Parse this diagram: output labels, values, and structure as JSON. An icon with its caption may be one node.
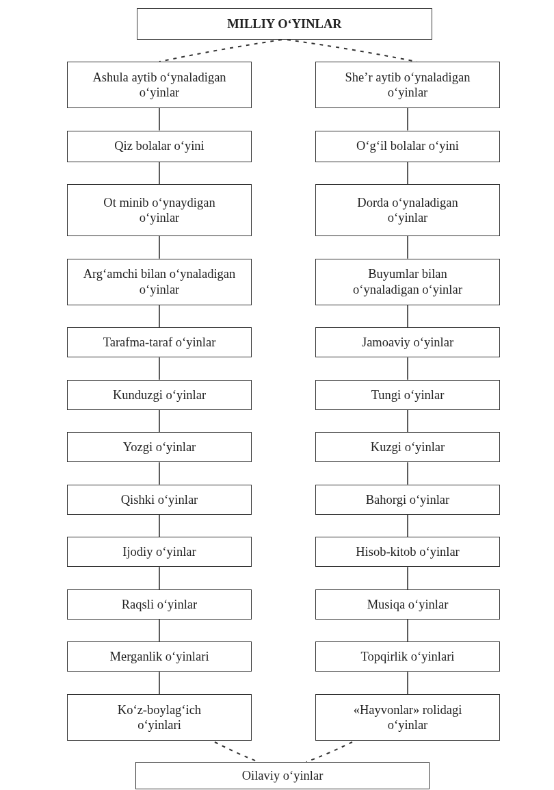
{
  "diagram": {
    "nodes": [
      {
        "text": [
          "MILLIY O‘YINLAR"
        ]
      },
      {
        "text": [
          "Ashula aytib o‘ynaladigan o‘yinlar"
        ]
      },
      {
        "text": [
          "She’r aytib o‘ynaladigan o‘yinlar"
        ]
      },
      {
        "text": [
          "Qiz bolalar o‘yini"
        ]
      },
      {
        "text": [
          "O‘g‘il bolalar o‘yini"
        ]
      },
      {
        "text": [
          "Ot minib o‘ynaydigan o‘yinlar"
        ]
      },
      {
        "text": [
          "Dorda o‘ynaladigan o‘yinlar"
        ]
      },
      {
        "text": [
          "Arg‘amchi bilan o‘ynaladigan o‘yinlar"
        ]
      },
      {
        "text": [
          "Buyumlar bilan o‘ynaladigan o‘yinlar"
        ]
      },
      {
        "text": [
          "Tarafma-taraf o‘yinlar"
        ]
      },
      {
        "text": [
          "Jamoaviy o‘yinlar"
        ]
      },
      {
        "text": [
          "Kunduzgi o‘yinlar"
        ]
      },
      {
        "text": [
          "Tungi o‘yinlar"
        ]
      },
      {
        "text": [
          "Yozgi o‘yinlar"
        ]
      },
      {
        "text": [
          "Kuzgi o‘yinlar"
        ]
      },
      {
        "text": [
          "Qishki o‘yinlar"
        ]
      },
      {
        "text": [
          "Bahorgi o‘yinlar"
        ]
      },
      {
        "text": [
          "Ijodiy o‘yinlar"
        ]
      },
      {
        "text": [
          "Hisob-kitob o‘yinlar"
        ]
      },
      {
        "text": [
          "Raqsli o‘yinlar"
        ]
      },
      {
        "text": [
          "Musiqa o‘yinlar"
        ]
      },
      {
        "text": [
          "Merganlik o‘yinlari"
        ]
      },
      {
        "text": [
          "Topqirlik o‘yinlari"
        ]
      },
      {
        "text": [
          "Ko‘z-boylag‘ich o‘yinlari"
        ]
      },
      {
        "text": [
          "«Hayvonlar» rolidagi o‘yinlar"
        ]
      },
      {
        "text": [
          "Oilaviy o‘yinlar"
        ]
      }
    ],
    "edges": [
      {
        "from": 0,
        "to": 1,
        "arrow": "none",
        "style": "dashed"
      },
      {
        "from": 0,
        "to": 2,
        "arrow": "none",
        "style": "dashed"
      },
      {
        "from": 1,
        "to": 3,
        "arrow": "none"
      },
      {
        "from": 3,
        "to": 5,
        "arrow": "none"
      },
      {
        "from": 5,
        "to": 7,
        "arrow": "none"
      },
      {
        "from": 7,
        "to": 9,
        "arrow": "none"
      },
      {
        "from": 9,
        "to": 11,
        "arrow": "none"
      },
      {
        "from": 11,
        "to": 13,
        "arrow": "none"
      },
      {
        "from": 13,
        "to": 15,
        "arrow": "none"
      },
      {
        "from": 15,
        "to": 17,
        "arrow": "none"
      },
      {
        "from": 17,
        "to": 19,
        "arrow": "none"
      },
      {
        "from": 19,
        "to": 21,
        "arrow": "none"
      },
      {
        "from": 21,
        "to": 23,
        "arrow": "none"
      },
      {
        "from": 2,
        "to": 4,
        "arrow": "none"
      },
      {
        "from": 4,
        "to": 6,
        "arrow": "none"
      },
      {
        "from": 6,
        "to": 8,
        "arrow": "none"
      },
      {
        "from": 8,
        "to": 10,
        "arrow": "none"
      },
      {
        "from": 10,
        "to": 12,
        "arrow": "none"
      },
      {
        "from": 12,
        "to": 14,
        "arrow": "none"
      },
      {
        "from": 14,
        "to": 16,
        "arrow": "none"
      },
      {
        "from": 16,
        "to": 18,
        "arrow": "none"
      },
      {
        "from": 18,
        "to": 20,
        "arrow": "none"
      },
      {
        "from": 20,
        "to": 22,
        "arrow": "none"
      },
      {
        "from": 22,
        "to": 24,
        "arrow": "none"
      },
      {
        "from": 23,
        "to": 25,
        "arrow": "none",
        "style": "dashed"
      },
      {
        "from": 24,
        "to": 25,
        "arrow": "none",
        "style": "dashed"
      }
    ]
  }
}
